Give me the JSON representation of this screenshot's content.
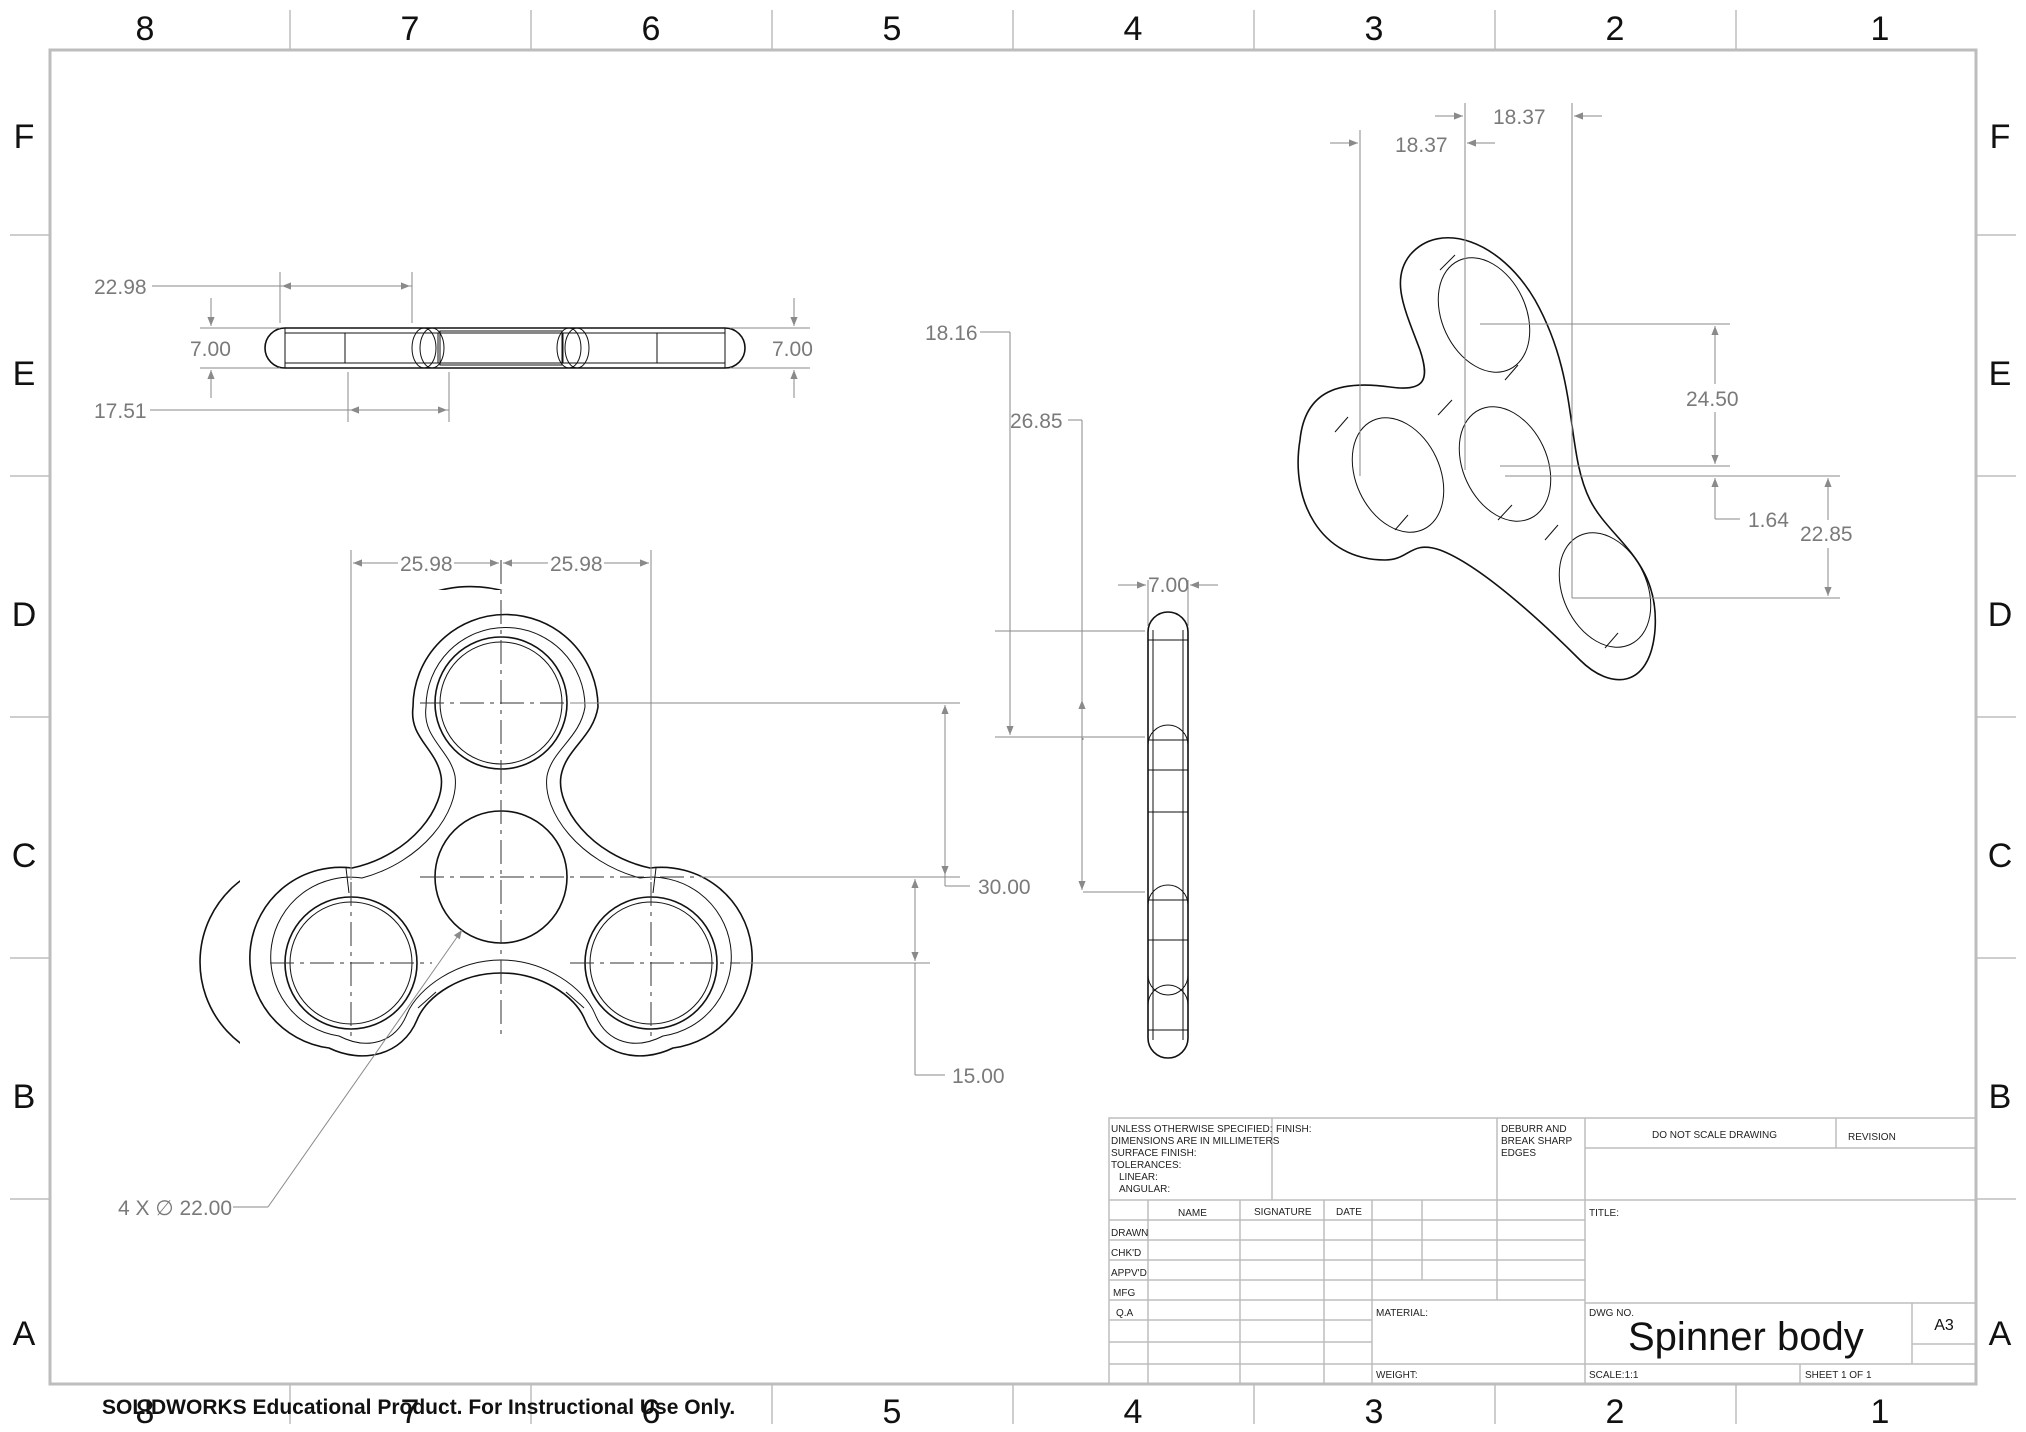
{
  "drawing": {
    "title_label": "TITLE:",
    "dwg_no_label": "DWG NO.",
    "dwg_no": "Spinner body",
    "sheet_size": "A3",
    "revision_label": "REVISION",
    "scale": "SCALE:1:1",
    "sheet": "SHEET 1 OF 1",
    "material_label": "MATERIAL:",
    "weight_label": "WEIGHT:",
    "finish_label": "FINISH:",
    "deburr_lines": [
      "DEBURR AND",
      "BREAK SHARP",
      "EDGES"
    ],
    "do_not_scale": "DO NOT SCALE DRAWING",
    "unless_specified": [
      "UNLESS OTHERWISE SPECIFIED:",
      "DIMENSIONS ARE IN MILLIMETERS",
      "SURFACE FINISH:",
      "TOLERANCES:",
      "   LINEAR:",
      "   ANGULAR:"
    ],
    "columns": [
      "NAME",
      "SIGNATURE",
      "DATE"
    ],
    "rows": [
      "DRAWN",
      "CHK'D",
      "APPV'D",
      "MFG",
      "Q.A"
    ]
  },
  "zones": {
    "columns": [
      "8",
      "7",
      "6",
      "5",
      "4",
      "3",
      "2",
      "1"
    ],
    "rows": [
      "F",
      "E",
      "D",
      "C",
      "B",
      "A"
    ]
  },
  "dimensions": {
    "top_view": {
      "len_a": "22.98",
      "thick_left": "7.00",
      "thick_right": "7.00",
      "len_b": "17.51"
    },
    "front_view": {
      "spacing_left": "25.98",
      "spacing_right": "25.98",
      "height_upper": "30.00",
      "height_lower": "15.00",
      "hole_callout": "4 X ∅ 22.00"
    },
    "side_view": {
      "upper": "18.16",
      "middle": "26.85",
      "thickness": "7.00"
    },
    "iso_view": {
      "h_a": "18.37",
      "h_b": "18.37",
      "v_a": "24.50",
      "v_b": "1.64",
      "v_c": "22.85"
    }
  },
  "watermark": "SOLIDWORKS Educational Product. For Instructional Use Only."
}
